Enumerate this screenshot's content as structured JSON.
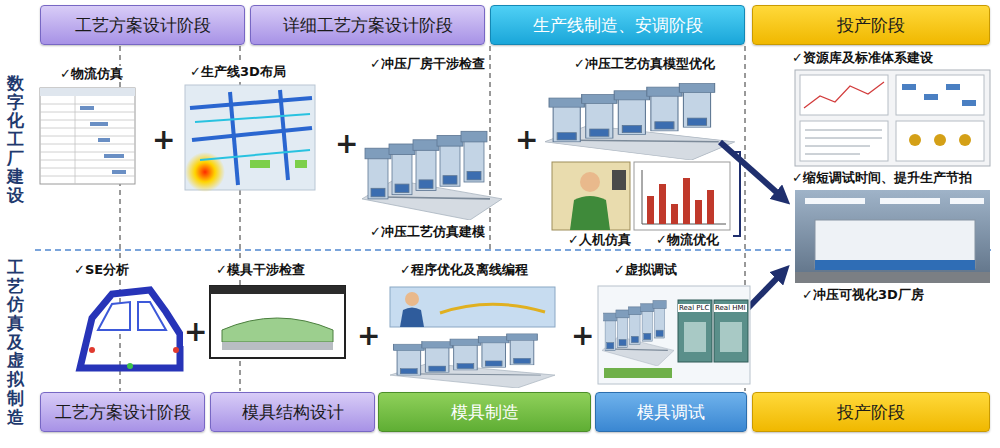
{
  "diagram": {
    "nodes": [
      {
        "text": [
          "工艺方案设计阶段"
        ]
      },
      {
        "text": [
          "详细工艺方案设计阶段"
        ]
      },
      {
        "text": [
          "生产线制造、安调阶段"
        ]
      },
      {
        "text": [
          "投产阶段"
        ]
      },
      {
        "text": [
          "工艺方案设计阶段"
        ]
      },
      {
        "text": [
          "模具结构设计"
        ]
      },
      {
        "text": [
          "模具制造"
        ]
      },
      {
        "text": [
          "模具调试"
        ]
      },
      {
        "text": [
          "投产阶段"
        ]
      }
    ],
    "labels": [
      "数字化工厂建设",
      "✓物流仿真",
      "✓生产线3D布局",
      "+",
      "✓冲压厂房干涉检查",
      "+",
      "✓冲压工艺仿真模型优化",
      "+",
      "✓资源库及标准体系建设",
      "✓缩短调试时间、提升生产节拍",
      "✓冲压工艺仿真建模",
      "✓人机仿真",
      "✓物流优化",
      "✓冲压可视化3D厂房",
      "工艺仿真及虚拟制造",
      "✓SE分析",
      "+",
      "✓模具干涉检查",
      "+",
      "✓程序优化及离线编程",
      "+",
      "✓虚拟调试",
      "Real PLC",
      "Real HMI"
    ]
  }
}
